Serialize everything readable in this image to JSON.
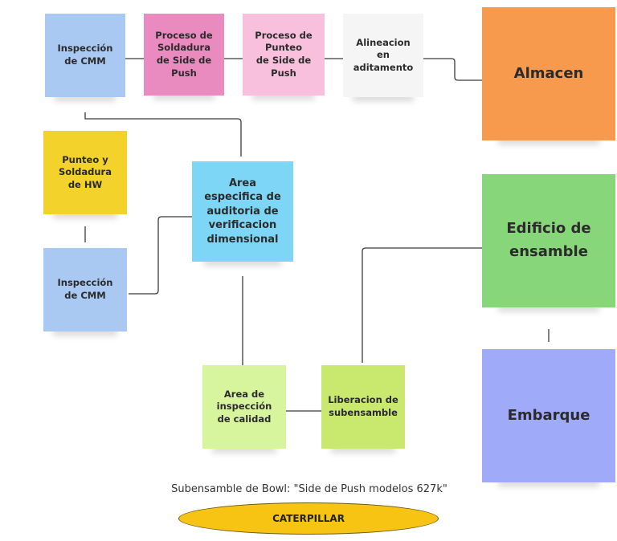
{
  "notes": {
    "inspeccion_cmm_top": "Inspección\nde CMM",
    "soldadura": "Proceso de\nSoldadura\nde Side de\nPush",
    "punteo": "Proceso de\nPunteo\nde Side de\nPush",
    "alineacion": "Alineacion\nen\naditamento",
    "almacen": "Almacen",
    "punteo_hw": "Punteo y\nSoldadura\nde HW",
    "area_auditoria": "Area\nespecifica de\nauditoria de\nverificacion\ndimensional",
    "inspeccion_cmm_bottom": "Inspección\nde CMM",
    "edificio": "Edificio de\nensamble",
    "inspeccion_calidad": "Area de\ninspección\nde calidad",
    "liberacion": "Liberacion de\nsubensamble",
    "embarque": "Embarque"
  },
  "caption": "Subensamble de Bowl: \"Side de Push modelos 627k\"",
  "badge": "CATERPILLAR",
  "colors": {
    "inspeccion": "#a9c9f3",
    "soldadura": "#e98bbf",
    "punteo": "#f8c0dc",
    "alineacion": "#f5f5f5",
    "almacen": "#f89a4e",
    "punteo_hw": "#f3d22c",
    "area_auditoria": "#7ed6f6",
    "edificio": "#87d67a",
    "inspeccion_calidad": "#d7f59d",
    "liberacion": "#c9e86e",
    "embarque": "#9faaf8",
    "badge": "#f7c414"
  }
}
